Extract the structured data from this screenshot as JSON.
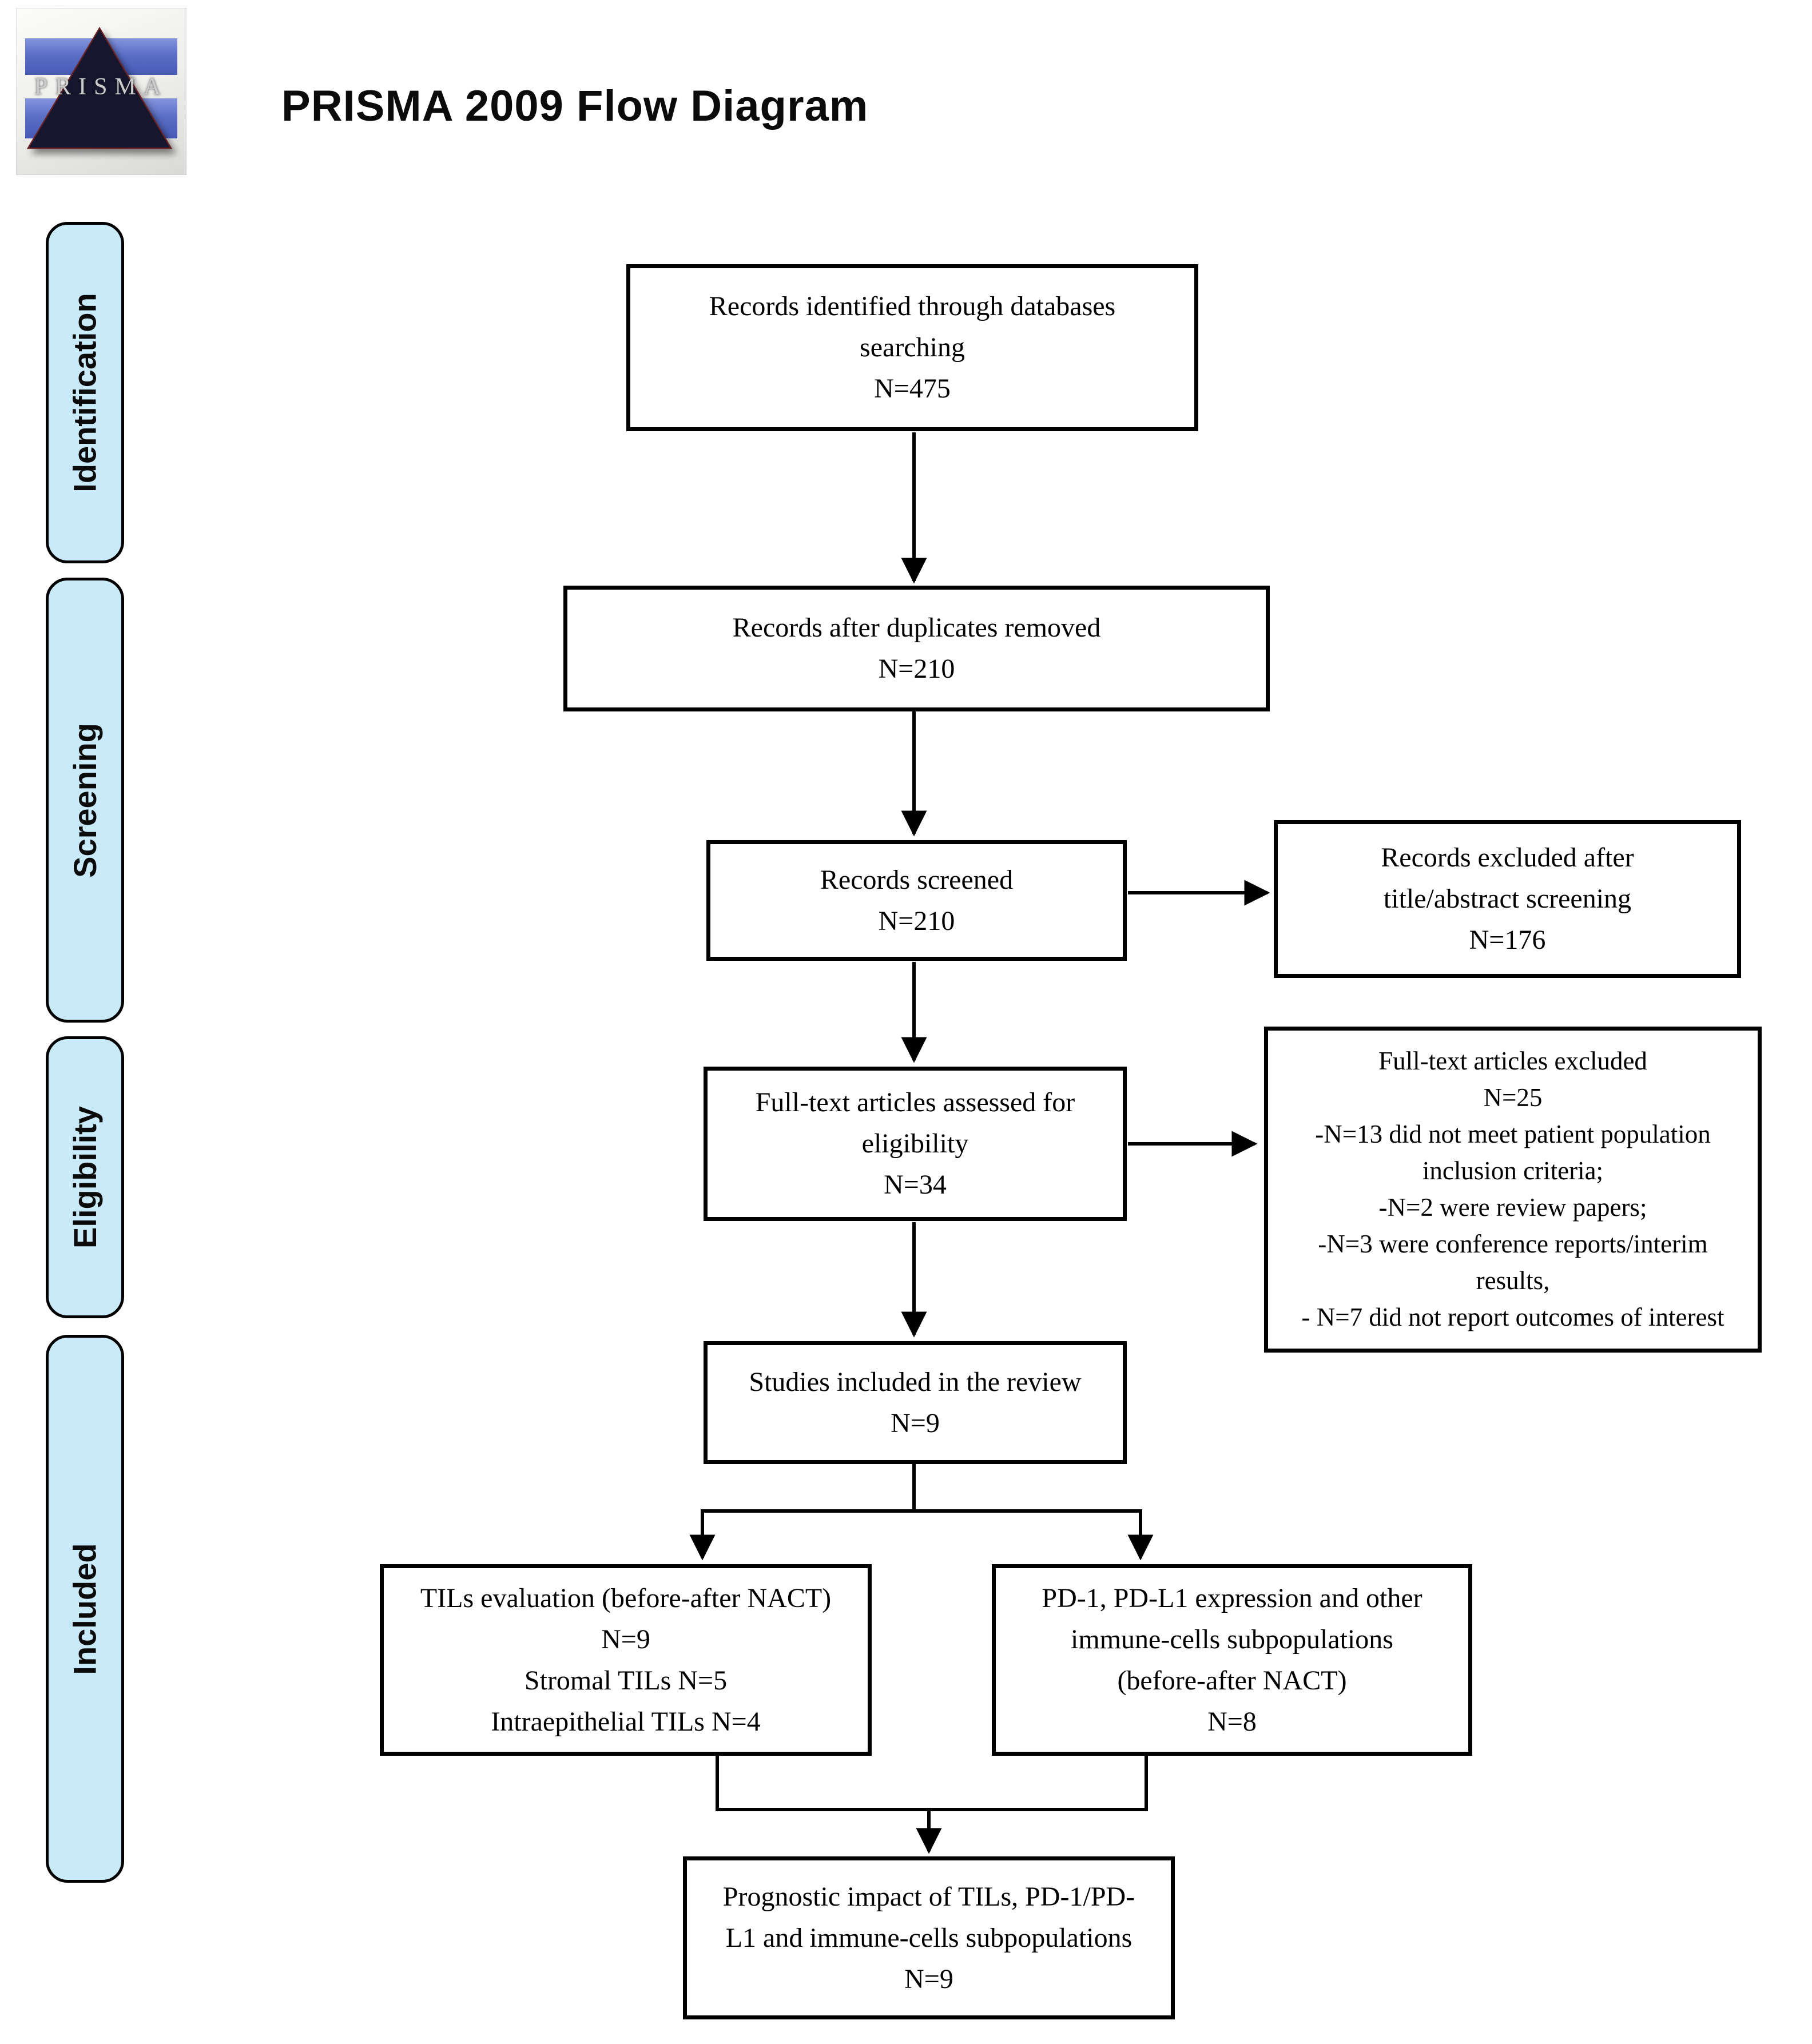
{
  "page": {
    "title": "PRISMA 2009 Flow Diagram",
    "logo_text": "PRISMA"
  },
  "colors": {
    "line": "#000000",
    "text": "#000000",
    "box-bg": "#ffffff",
    "stage-fill": "#c9eaf9",
    "stage-border": "#000000",
    "logo-blue": "#5b6fc7",
    "logo-triangle": "#12122f"
  },
  "stages": [
    {
      "label": "Identification"
    },
    {
      "label": "Screening"
    },
    {
      "label": "Eligibility"
    },
    {
      "label": "Included"
    }
  ],
  "boxes": {
    "identified": {
      "lines": [
        "Records identified through databases",
        "searching",
        "N=475"
      ]
    },
    "deduplicated": {
      "lines": [
        "Records after duplicates removed",
        "N=210"
      ]
    },
    "screened": {
      "lines": [
        "Records screened",
        "N=210"
      ]
    },
    "excluded_screening": {
      "lines": [
        "Records excluded after",
        "title/abstract screening",
        "N=176"
      ]
    },
    "fulltext": {
      "lines": [
        "Full-text articles assessed for",
        "eligibility",
        "N=34"
      ]
    },
    "excluded_fulltext": {
      "lines": [
        "Full-text articles excluded",
        "N=25",
        "-N=13 did not meet patient population",
        "inclusion criteria;",
        "-N=2 were review papers;",
        "-N=3 were conference reports/interim",
        "results,",
        "- N=7 did not report outcomes of interest"
      ]
    },
    "included_review": {
      "lines": [
        "Studies included in the review",
        "N=9"
      ]
    },
    "tils": {
      "lines": [
        "TILs evaluation (before-after NACT)",
        "N=9",
        "Stromal TILs N=5",
        "Intraepithelial TILs N=4"
      ]
    },
    "pd1": {
      "lines": [
        "PD-1, PD-L1 expression and other",
        "immune-cells subpopulations",
        "(before-after NACT)",
        "N=8"
      ]
    },
    "prognostic": {
      "lines": [
        "Prognostic impact of TILs, PD-1/PD-",
        "L1 and immune-cells subpopulations",
        "N=9"
      ]
    }
  }
}
